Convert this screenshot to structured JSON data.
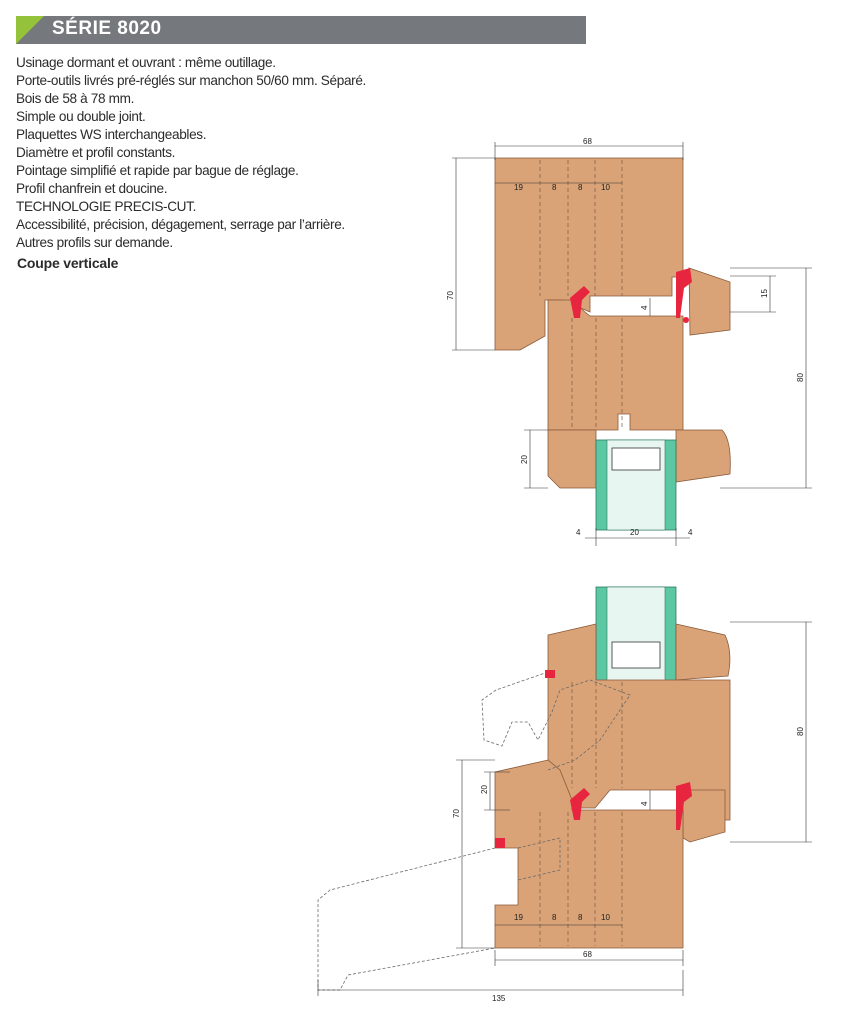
{
  "header": {
    "title": "SÉRIE 8020",
    "accent_color": "#94c23a",
    "bar_color": "#75797e"
  },
  "features": [
    "Usinage dormant et ouvrant : même outillage.",
    "Porte-outils livrés pré-réglés sur manchon 50/60 mm. Séparé.",
    "Bois de 58 à 78 mm.",
    "Simple ou double joint.",
    "Plaquettes WS interchangeables.",
    "Diamètre et profil constants.",
    "Pointage simplifié et rapide par bague de réglage.",
    "Profil chanfrein et doucine.",
    "TECHNOLOGIE PRECIS-CUT.",
    "Accessibilité, précision, dégagement, serrage par l’arrière.",
    "Autres profils sur demande."
  ],
  "subheading": "Coupe verticale",
  "drawing_top": {
    "dims": {
      "width_total": "68",
      "seg_a": "19",
      "seg_b": "8",
      "seg_c": "8",
      "seg_d": "10",
      "height_left": "70",
      "gasket": "15",
      "gap": "4",
      "height_right": "80",
      "rebate": "20",
      "glass_left": "4",
      "glass": "20",
      "glass_right": "4"
    }
  },
  "drawing_bottom": {
    "dims": {
      "height_right": "80",
      "rebate": "20",
      "height_left": "70",
      "gap": "4",
      "seg_a": "19",
      "seg_b": "8",
      "seg_c": "8",
      "seg_d": "10",
      "width_total": "68",
      "overall": "135"
    }
  },
  "colors": {
    "wood": "#d9a377",
    "glass": "#5cc7a3",
    "gasket": "#e8253f"
  }
}
